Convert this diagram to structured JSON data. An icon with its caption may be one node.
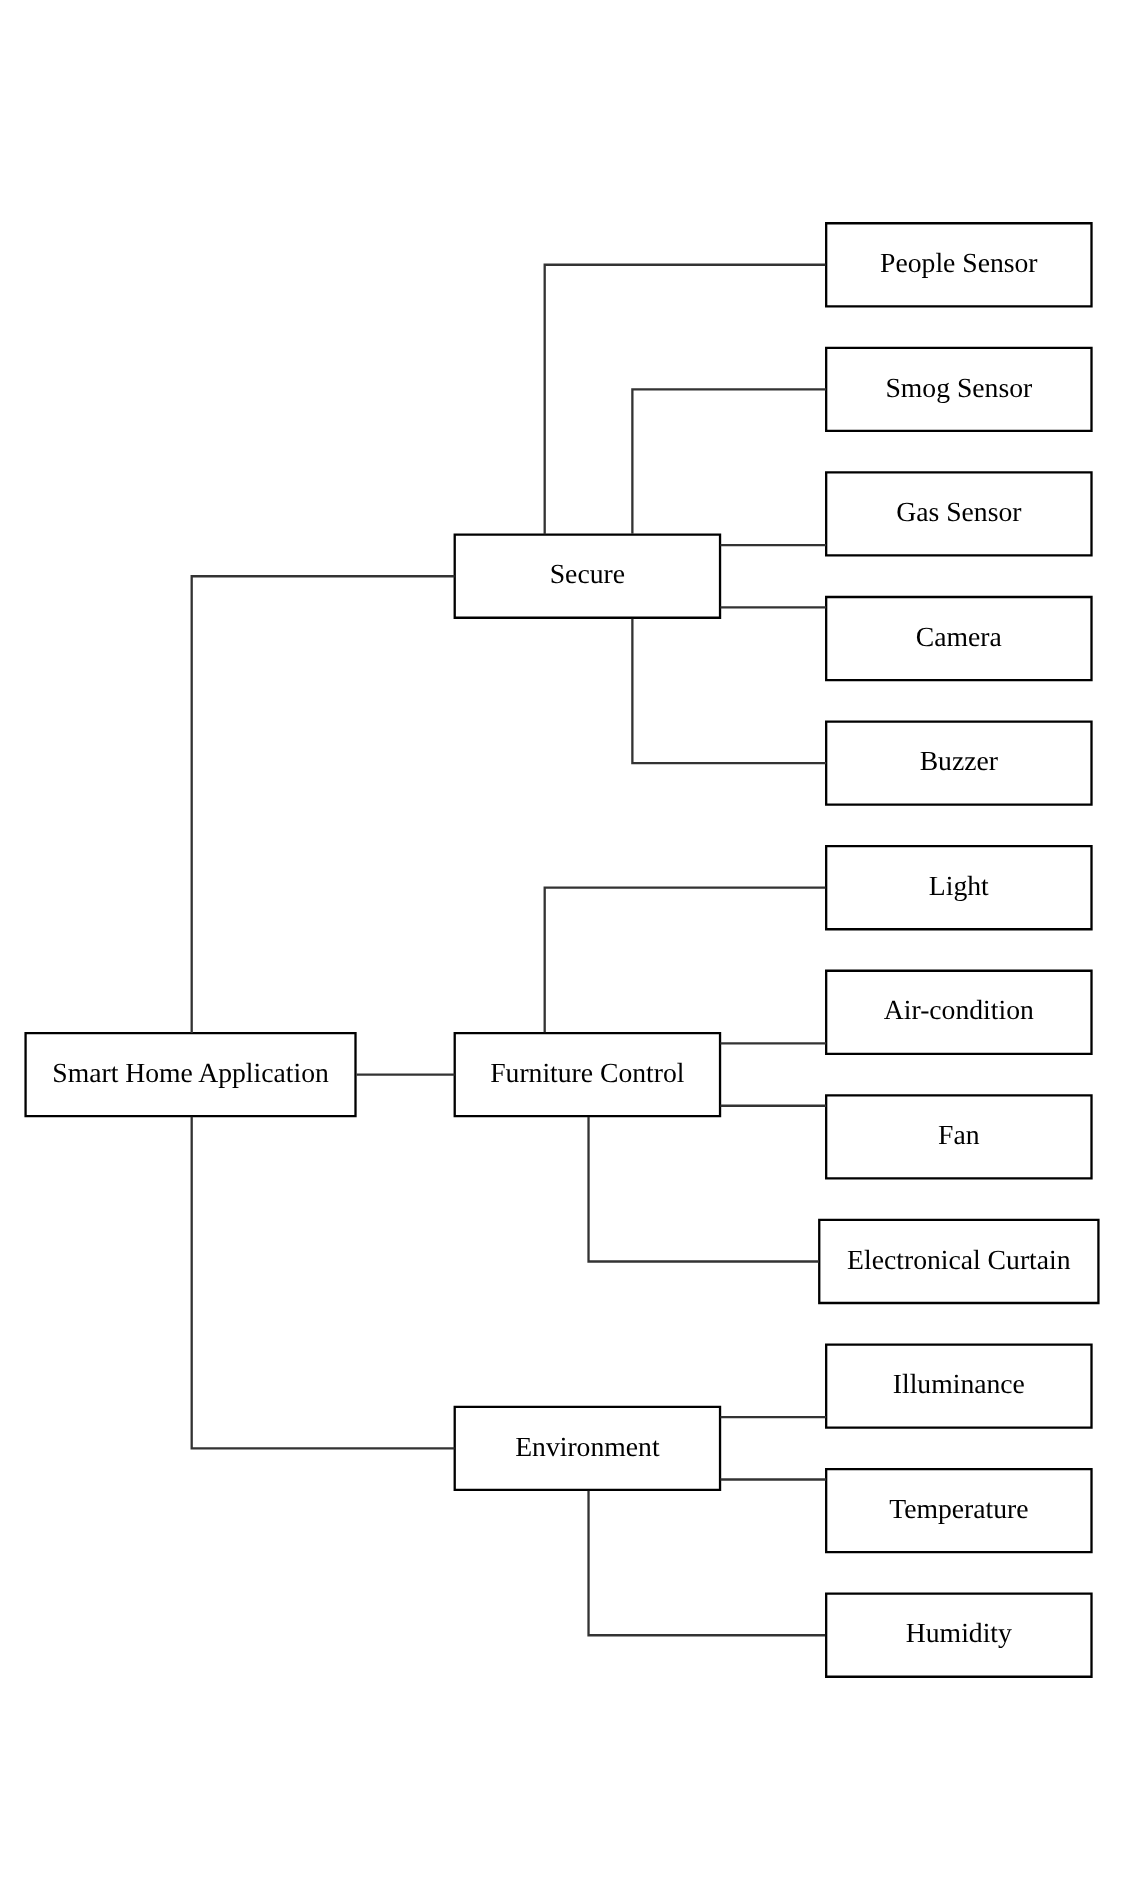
{
  "diagram": {
    "nodes": [
      {
        "text": [
          "Smart Home Application"
        ]
      },
      {
        "text": [
          "Secure"
        ]
      },
      {
        "text": [
          "People Sensor"
        ]
      },
      {
        "text": [
          "Smog Sensor"
        ]
      },
      {
        "text": [
          "Gas Sensor"
        ]
      },
      {
        "text": [
          "Camera"
        ]
      },
      {
        "text": [
          "Buzzer"
        ]
      },
      {
        "text": [
          "Furniture Control"
        ]
      },
      {
        "text": [
          "Light"
        ]
      },
      {
        "text": [
          "Air-condition"
        ]
      },
      {
        "text": [
          "Fan"
        ]
      },
      {
        "text": [
          "Electronical Curtain"
        ]
      },
      {
        "text": [
          "Environment"
        ]
      },
      {
        "text": [
          "Illuminance"
        ]
      },
      {
        "text": [
          "Temperature"
        ]
      },
      {
        "text": [
          "Humidity"
        ]
      }
    ],
    "edges": [
      {
        "from": 0,
        "to": 1,
        "arrow": "none"
      },
      {
        "from": 0,
        "to": 7,
        "arrow": "none"
      },
      {
        "from": 0,
        "to": 12,
        "arrow": "none"
      },
      {
        "from": 1,
        "to": 2,
        "arrow": "none"
      },
      {
        "from": 1,
        "to": 3,
        "arrow": "none"
      },
      {
        "from": 1,
        "to": 4,
        "arrow": "none"
      },
      {
        "from": 1,
        "to": 5,
        "arrow": "none"
      },
      {
        "from": 1,
        "to": 6,
        "arrow": "none"
      },
      {
        "from": 7,
        "to": 8,
        "arrow": "none"
      },
      {
        "from": 7,
        "to": 9,
        "arrow": "none"
      },
      {
        "from": 7,
        "to": 10,
        "arrow": "none"
      },
      {
        "from": 7,
        "to": 11,
        "arrow": "none"
      },
      {
        "from": 12,
        "to": 13,
        "arrow": "none"
      },
      {
        "from": 12,
        "to": 14,
        "arrow": "none"
      },
      {
        "from": 12,
        "to": 15,
        "arrow": "none"
      }
    ]
  }
}
